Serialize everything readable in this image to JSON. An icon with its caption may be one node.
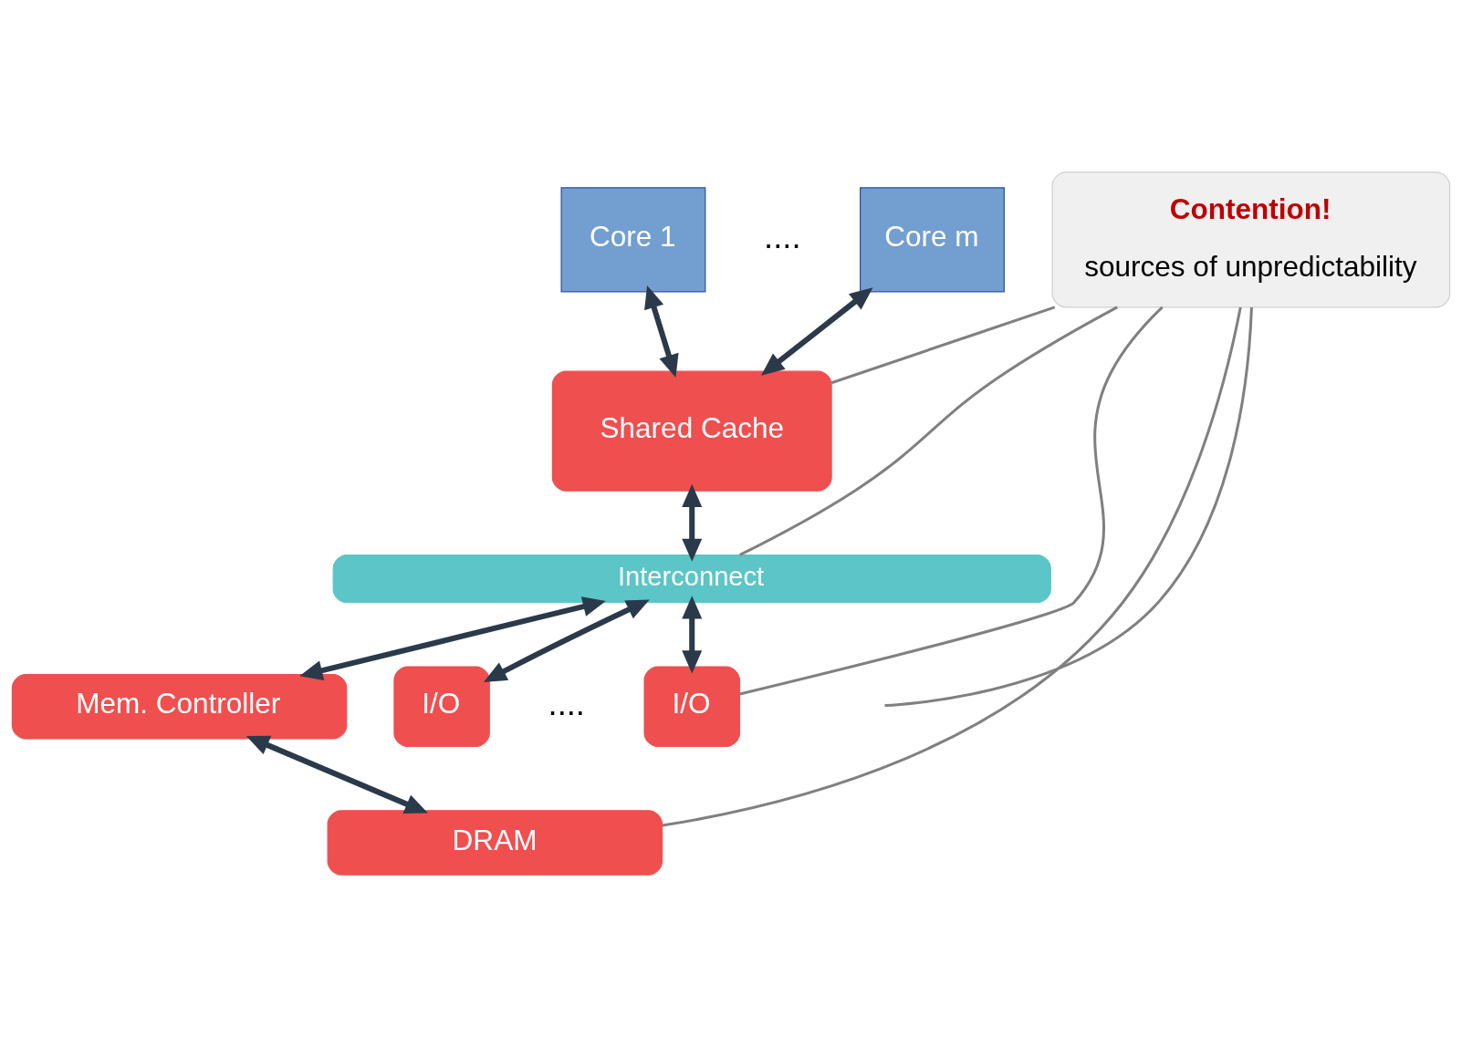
{
  "diagram": {
    "nodes": [
      {
        "text": [
          "Core 1"
        ]
      },
      {
        "text": [
          "Core m"
        ]
      },
      {
        "text": [
          "Shared Cache"
        ]
      },
      {
        "text": [
          "Interconnect"
        ]
      },
      {
        "text": [
          "Mem. Controller"
        ]
      },
      {
        "text": [
          "I/O"
        ]
      },
      {
        "text": [
          "I/O"
        ]
      },
      {
        "text": [
          "DRAM"
        ]
      },
      {
        "text": [
          "Contention!",
          "sources of unpredictability"
        ]
      }
    ],
    "edges": [
      {
        "from": 0,
        "to": 2,
        "arrow": "both"
      },
      {
        "from": 1,
        "to": 2,
        "arrow": "both"
      },
      {
        "from": 2,
        "to": 3,
        "arrow": "both"
      },
      {
        "from": 3,
        "to": 4,
        "arrow": "both"
      },
      {
        "from": 4,
        "to": 7,
        "arrow": "both"
      },
      {
        "from": 3,
        "to": 5,
        "arrow": "both"
      },
      {
        "from": 3,
        "to": 6,
        "arrow": "both"
      },
      {
        "from": 8,
        "to": 2,
        "arrow": "none",
        "color": "#808080"
      },
      {
        "from": 8,
        "to": 3,
        "arrow": "none",
        "color": "#808080"
      },
      {
        "from": 8,
        "to": null,
        "arrow": "none",
        "color": "#808080"
      },
      {
        "from": 8,
        "to": 6,
        "arrow": "none",
        "color": "#808080"
      },
      {
        "from": 8,
        "to": 7,
        "arrow": "none",
        "color": "#808080"
      }
    ],
    "labels": [
      "....",
      "...."
    ]
  }
}
